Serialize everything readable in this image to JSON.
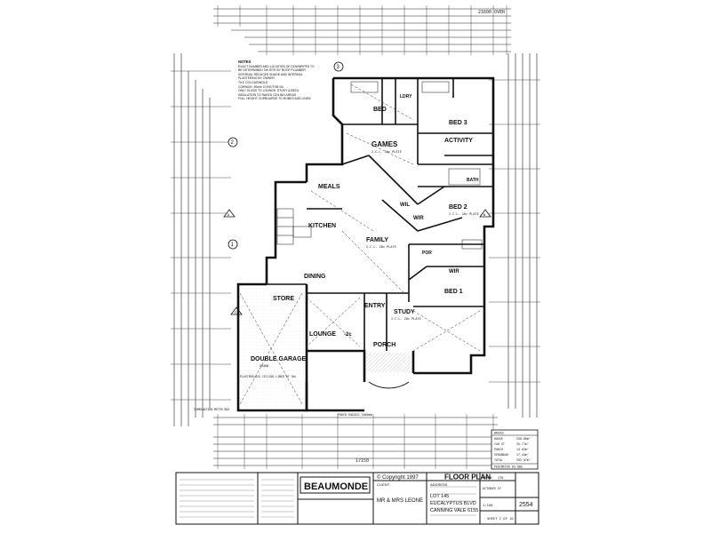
{
  "rooms": [
    {
      "label": "GAMES",
      "sub": "2.C.L. 2bc PLATE"
    },
    {
      "label": "ACTIVITY",
      "sub": ""
    },
    {
      "label": "BED",
      "sub": ""
    },
    {
      "label": "BED 3",
      "sub": ""
    },
    {
      "label": "MEALS",
      "sub": ""
    },
    {
      "label": "KITCHEN",
      "sub": ""
    },
    {
      "label": "FAMILY",
      "sub": "2.C.L. 28c PLATE"
    },
    {
      "label": "BED 2",
      "sub": "2.C.L. 26c PLATE"
    },
    {
      "label": "DINING",
      "sub": ""
    },
    {
      "label": "STORE",
      "sub": ""
    },
    {
      "label": "ENTRY",
      "sub": ""
    },
    {
      "label": "STUDY",
      "sub": "2.C.L. 28c PLATE"
    },
    {
      "label": "LOUNGE",
      "sub": "-2c"
    },
    {
      "label": "PORCH",
      "sub": ""
    },
    {
      "label": "DOUBLE GARAGE",
      "sub": "GRANO"
    },
    {
      "label": "BED 1",
      "sub": ""
    },
    {
      "label": "WIR",
      "sub": ""
    },
    {
      "label": "WIR",
      "sub": ""
    },
    {
      "label": "WIL",
      "sub": ""
    },
    {
      "label": "BATH",
      "sub": ""
    },
    {
      "label": "POR",
      "sub": ""
    },
    {
      "label": "LDRY",
      "sub": ""
    }
  ],
  "notes": {
    "heading": "NOTES",
    "items": [
      "EXACT NUMBER AND LOCATION OF DOWNPIPES TO BE DETERMINED ON SITE BY ROOF PLUMBER",
      "INTERNAL REDUCED SHADE AND INTERNAL PLASTERING BY OWNER",
      "TILE COLOUR/MOLD",
      "CORNICE: 90mm COVE/TOB SA",
      "ONLY GLASS TO LOUNGE, STUDY & BED1",
      "INSULATION TO RAKED CEILING AREAS",
      "FULL HEIGHT CUPBOARDS TO ROBES AND LINEN"
    ]
  },
  "annotations": {
    "overall_width": "21600 OVER",
    "bottom_total": "17150",
    "porch_radius": "PORCH RADIUS 2660mm",
    "combination_meter": "COMBINATION METER BOX",
    "garage_ceiling": "PLASTERGLASS CEILING LINED AT 30c",
    "grid_markers": [
      "3",
      "2",
      "1"
    ],
    "axis_markers": [
      "A",
      "B",
      "C"
    ]
  },
  "title_block": {
    "company": "BEAUMONDE",
    "copyright": "© Copyright 1997",
    "drawing_title": "FLOOR PLAN",
    "client_label": "CLIENT:",
    "client": "MR & MRS LEONE",
    "address_label": "ADDRESS",
    "address_line1": "LOT 145",
    "address_line2": "EUCALYPTUS BLVD",
    "address_line3": "CANNING VALE 6155",
    "job_no": "2554",
    "scale": "1:100",
    "date": "OCTOBER 97",
    "sheet": "SHEET 2 OF 10",
    "drawn_label": "DRAWN",
    "drawn": "JTD"
  },
  "areas": {
    "header": "AREAS",
    "rows": [
      {
        "name": "HOUSE",
        "value": "258.80m²"
      },
      {
        "name": "CAR ST",
        "value": "35.77m²"
      },
      {
        "name": "PORCH",
        "value": "14.03m²"
      },
      {
        "name": "VERANDAH",
        "value": "17.44m²"
      },
      {
        "name": "TOTAL",
        "value": "392.07m²"
      }
    ],
    "perimeter": "PERIMETER 83.98m"
  }
}
